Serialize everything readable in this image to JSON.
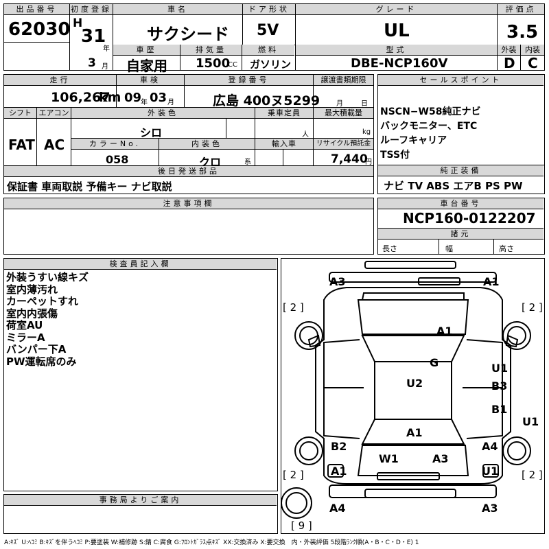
{
  "headers": {
    "auction_no": "出品番号",
    "first_reg": "初度登録",
    "car_name": "車名",
    "door": "ドア形状",
    "grade": "グレード",
    "score": "評価点",
    "history": "車歴",
    "displacement": "排気量",
    "fuel": "燃料",
    "model": "型式",
    "exterior": "外装",
    "interior": "内装",
    "mileage": "走行",
    "inspection": "車検",
    "reg_no": "登録番号",
    "transfer": "譲渡書類期限",
    "sales_point": "セールスポイント",
    "shift": "シフト",
    "aircon": "エアコン",
    "ext_color": "外装色",
    "capacity": "乗車定員",
    "max_load": "最大積載量",
    "color_no": "カラーNo.",
    "int_color": "内装色",
    "import": "輸入車",
    "recycle": "リサイクル預託金",
    "later_parts": "後日発送部品",
    "genuine": "純正装備",
    "notes": "注意事項欄",
    "chassis": "車台番号",
    "specs": "諸元",
    "inspector": "検査員記入欄",
    "office": "事務局よりご案内"
  },
  "units": {
    "year": "年",
    "month": "月",
    "cc": "CC",
    "km": "km",
    "person": "人",
    "kg": "kg",
    "kei": "系",
    "yen": "円",
    "day": "日",
    "length": "長さ",
    "width": "幅",
    "height": "高さ"
  },
  "vehicle": {
    "auction_no": "62030",
    "era": "H",
    "year": "31",
    "month": "3",
    "car_name": "サクシード",
    "door": "5V",
    "grade": "UL",
    "score": "3.5",
    "history": "自家用",
    "displacement": "1500",
    "fuel": "ガソリン",
    "model": "DBE-NCP160V",
    "exterior_grade": "D",
    "interior_grade": "C",
    "mileage": "106,267",
    "inspection_yy": "09",
    "inspection_mm": "03",
    "reg_no": "広島 400ヌ5299",
    "shift": "FAT",
    "aircon": "AC",
    "ext_color": "シロ",
    "color_no": "058",
    "int_color": "クロ",
    "recycle": "7,440",
    "chassis_no": "NCP160-0122207"
  },
  "sales_points": [
    "NSCN−W58純正ナビ",
    "バックモニター、ETC",
    "ルーフキャリア",
    "TSS付"
  ],
  "later_parts": "保証書 車両取説 予備キー ナビ取説",
  "genuine_equipment": "ナビ TV ABS エアB PS PW",
  "inspector_notes": [
    "外装うすい線キズ",
    "室内薄汚れ",
    "カーペットすれ",
    "室内内張傷",
    "荷室AU",
    "ミラーA",
    "バンパー下A",
    "PW運転席のみ"
  ],
  "damage_marks": {
    "front_left": "A3",
    "front_right": "A1",
    "hood": "A1",
    "windshield": "G",
    "roof": "U2",
    "right_front_door": "U1",
    "right_front_door_2": "B3",
    "right_rear_door": "B1",
    "right_side": "U1",
    "tailgate": "A1",
    "left_rear_quarter": "B2",
    "rear_window": "W1",
    "rear_center": "A3",
    "right_rear_quarter": "A4",
    "rear_left": "A1",
    "rear_right": "U1",
    "rear_bumper_left": "A4",
    "rear_bumper_right": "A3"
  },
  "tire_labels": {
    "front_left": "[ 2 ]",
    "front_right": "[ 2 ]",
    "rear_left": "[ 2 ]",
    "rear_right": "[ 2 ]",
    "spare": "[ 9 ]"
  },
  "legend": "A:ｷｽﾞ U:ﾍｺﾐ B:ｷｽﾞを伴うﾍｺﾐ P:要塗装 W:補修跡 S:錆 C:腐食 G:ﾌﾛﾝﾄｶﾞﾗｽ点ｷｽﾞ XX:交換済み X:要交換　内・外装評価 5段階ﾗﾝｸ順(A・B・C・D・E) 1"
}
